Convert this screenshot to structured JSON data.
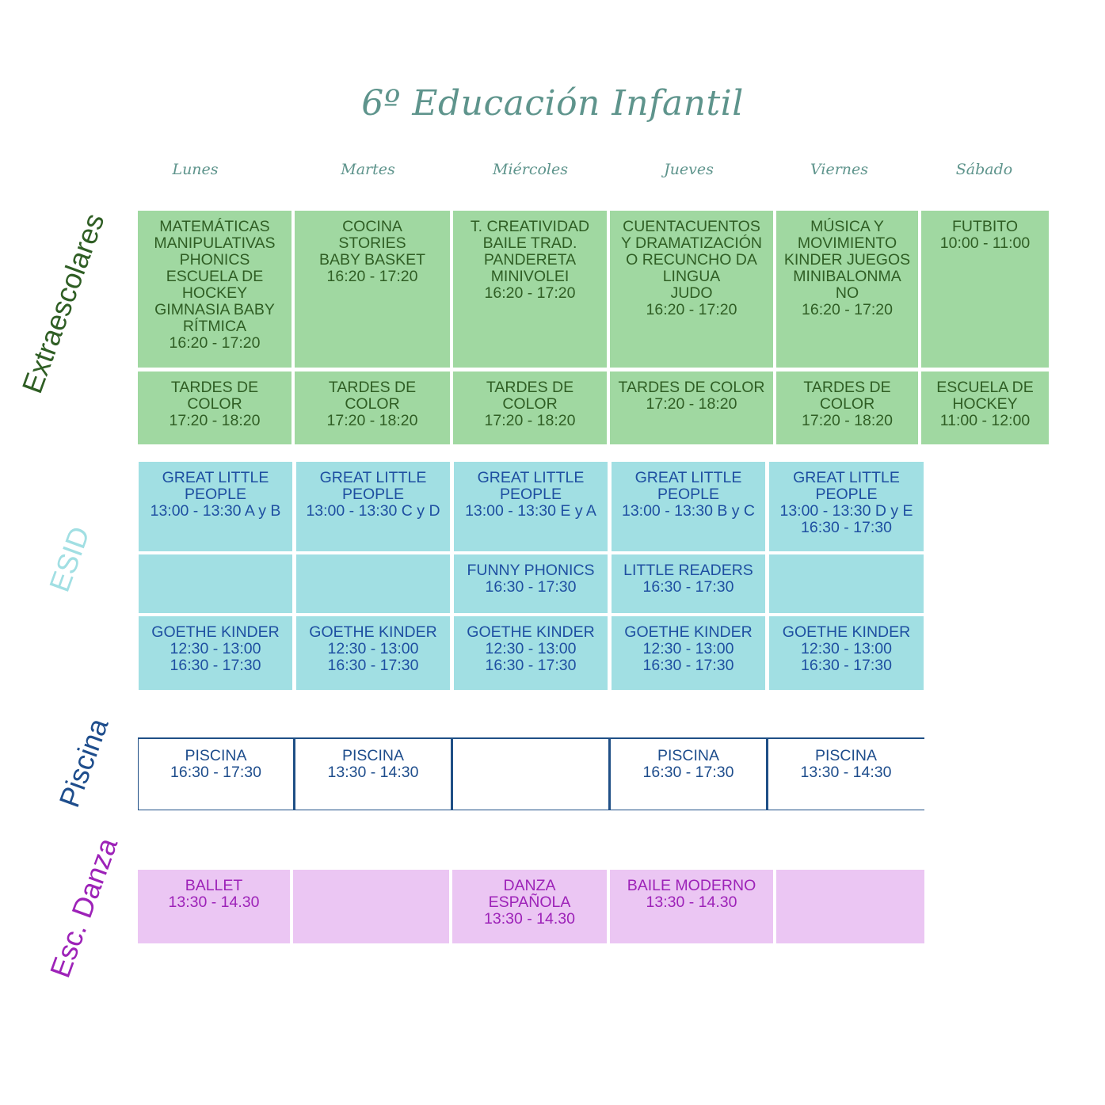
{
  "title": "6º Educación Infantil",
  "days": [
    "Lunes",
    "Martes",
    "Miércoles",
    "Jueves",
    "Viernes",
    "Sábado"
  ],
  "sections": {
    "extraescolares": {
      "label": "Extraescolares",
      "color": "#2f5e24",
      "row1": [
        "MATEMÁTICAS\nMANIPULATIVAS\nPHONICS\nESCUELA DE\nHOCKEY\nGIMNASIA BABY\nRÍTMICA\n16:20 - 17:20",
        "COCINA\nSTORIES\nBABY BASKET\n16:20 - 17:20",
        "T. CREATIVIDAD\nBAILE TRAD.\nPANDERETA\nMINIVOLEI\n16:20 - 17:20",
        "CUENTACUENTOS\nY DRAMATIZACIÓN\nO RECUNCHO DA\nLINGUA\nJUDO\n16:20 - 17:20",
        "MÚSICA Y\nMOVIMIENTO\nKINDER JUEGOS\nMINIBALONMA\nNO\n16:20 - 17:20",
        "FUTBITO\n10:00 - 11:00"
      ],
      "row2": [
        "TARDES DE\nCOLOR\n17:20 - 18:20",
        "TARDES DE\nCOLOR\n17:20 - 18:20",
        "TARDES DE\nCOLOR\n17:20 - 18:20",
        "TARDES DE COLOR\n17:20 - 18:20",
        "TARDES DE\nCOLOR\n17:20 - 18:20",
        "ESCUELA DE\nHOCKEY\n11:00 - 12:00"
      ]
    },
    "esid": {
      "label": "ESID",
      "color": "#a1dfe3",
      "row1": [
        "GREAT LITTLE\nPEOPLE\n13:00 - 13:30 A y B",
        "GREAT LITTLE\nPEOPLE\n13:00 - 13:30 C y D",
        "GREAT LITTLE\nPEOPLE\n13:00 - 13:30 E y A",
        "GREAT LITTLE\nPEOPLE\n13:00 - 13:30 B y C",
        "GREAT LITTLE\nPEOPLE\n13:00 - 13:30 D y E\n16:30 - 17:30"
      ],
      "row2": [
        "",
        "",
        "FUNNY PHONICS\n16:30 - 17:30",
        "LITTLE READERS\n16:30 - 17:30",
        ""
      ],
      "row3": [
        "GOETHE KINDER\n12:30 - 13:00\n16:30 - 17:30",
        "GOETHE KINDER\n12:30 - 13:00\n16:30 - 17:30",
        "GOETHE KINDER\n12:30 - 13:00\n16:30 - 17:30",
        "GOETHE KINDER\n12:30 - 13:00\n16:30 - 17:30",
        "GOETHE KINDER\n12:30 - 13:00\n16:30 - 17:30"
      ]
    },
    "piscina": {
      "label": "Piscina",
      "color": "#1e4d8c",
      "row1": [
        "PISCINA\n16:30 - 17:30",
        "PISCINA\n13:30 - 14:30",
        "",
        "PISCINA\n16:30 - 17:30",
        "PISCINA\n13:30 - 14:30"
      ]
    },
    "danza": {
      "label": "Esc. Danza",
      "color": "#9d22b8",
      "row1": [
        "BALLET\n13:30 - 14.30",
        "",
        "DANZA\nESPAÑOLA\n13:30 - 14.30",
        "BAILE MODERNO\n13:30 - 14.30",
        ""
      ]
    }
  }
}
